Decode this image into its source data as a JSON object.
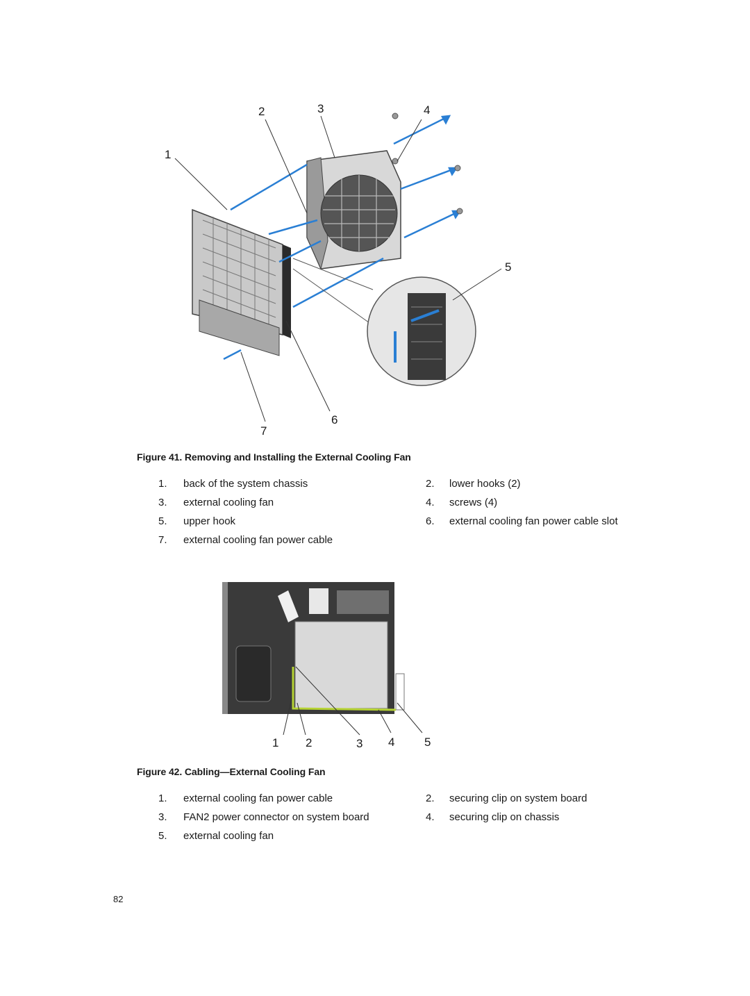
{
  "figure41": {
    "caption": "Figure 41. Removing and Installing the External Cooling Fan",
    "callouts": [
      "1",
      "2",
      "3",
      "4",
      "5",
      "6",
      "7"
    ],
    "legend": [
      {
        "num": "1.",
        "text": "back of the system chassis"
      },
      {
        "num": "2.",
        "text": "lower hooks (2)"
      },
      {
        "num": "3.",
        "text": "external cooling fan"
      },
      {
        "num": "4.",
        "text": "screws (4)"
      },
      {
        "num": "5.",
        "text": "upper hook"
      },
      {
        "num": "6.",
        "text": "external cooling fan power cable slot"
      },
      {
        "num": "7.",
        "text": "external cooling fan power cable"
      }
    ]
  },
  "figure42": {
    "caption": "Figure 42. Cabling—External Cooling Fan",
    "callouts": [
      "1",
      "2",
      "3",
      "4",
      "5"
    ],
    "legend": [
      {
        "num": "1.",
        "text": "external cooling fan power cable"
      },
      {
        "num": "2.",
        "text": "securing clip on system board"
      },
      {
        "num": "3.",
        "text": "FAN2 power connector on system board"
      },
      {
        "num": "4.",
        "text": "securing clip on chassis"
      },
      {
        "num": "5.",
        "text": "external cooling fan"
      }
    ]
  },
  "page_number": "82",
  "colors": {
    "arrow": "#2a7fd4",
    "cable": "#b6d334",
    "chassis": "#3a3a3a"
  }
}
